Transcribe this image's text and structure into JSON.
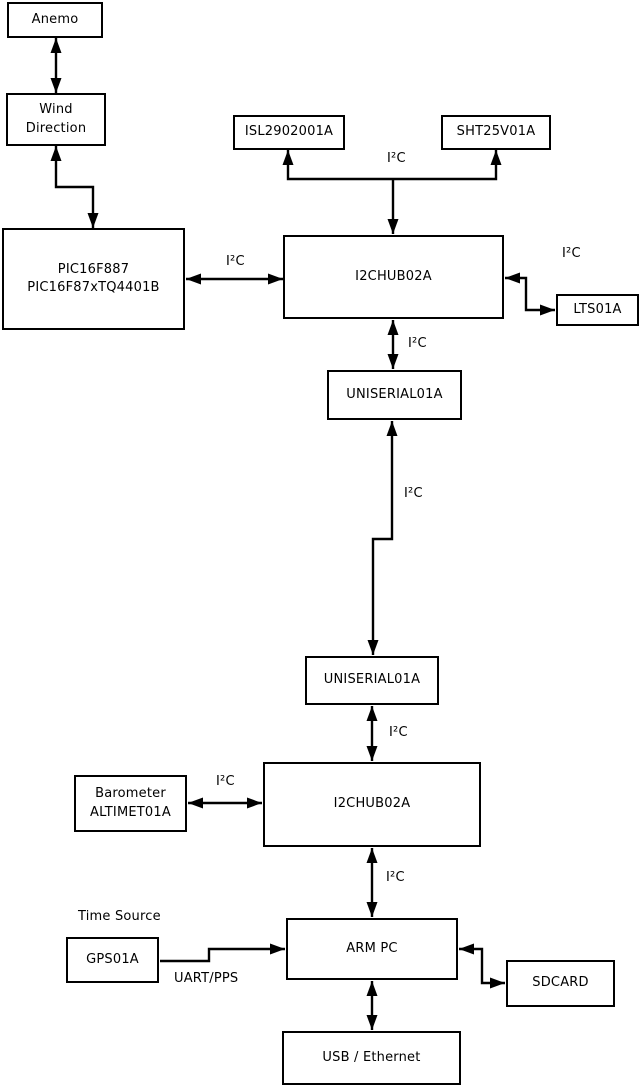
{
  "diagram": {
    "nodes": {
      "anemo": {
        "label": "Anemo"
      },
      "wind_direction": {
        "line1": "Wind",
        "line2": "Direction"
      },
      "pic": {
        "line1": "PIC16F887",
        "line2": "PIC16F87xTQ4401B"
      },
      "isl": {
        "label": "ISL2902001A"
      },
      "sht": {
        "label": "SHT25V01A"
      },
      "i2chub_top": {
        "label": "I2CHUB02A"
      },
      "lts": {
        "label": "LTS01A"
      },
      "uniserial_top": {
        "label": "UNISERIAL01A"
      },
      "uniserial_bottom": {
        "label": "UNISERIAL01A"
      },
      "i2chub_bottom": {
        "label": "I2CHUB02A"
      },
      "barometer": {
        "line1": "Barometer",
        "line2": "ALTIMET01A"
      },
      "gps": {
        "label": "GPS01A"
      },
      "arm_pc": {
        "label": "ARM PC"
      },
      "sdcard": {
        "label": "SDCARD"
      },
      "usb_ethernet": {
        "label": "USB / Ethernet"
      }
    },
    "labels": {
      "i2c": "I²C",
      "uart_pps": "UART/PPS",
      "time_source": "Time Source"
    },
    "colors": {
      "line": "#000000",
      "box_border": "#000000",
      "box_fill": "#ffffff",
      "background": "#ffffff",
      "text": "#000000"
    }
  }
}
